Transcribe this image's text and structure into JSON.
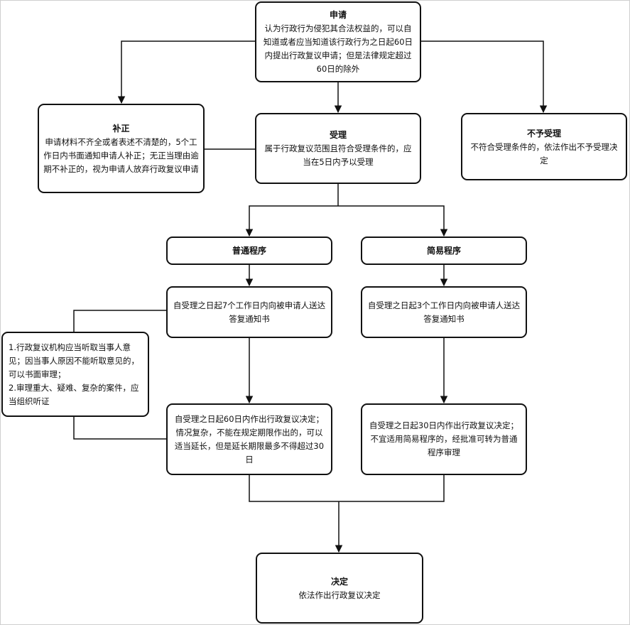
{
  "nodes": {
    "apply": {
      "title": "申请",
      "body": "认为行政行为侵犯其合法权益的，可以自知道或者应当知道该行政行为之日起60日内提出行政复议申请；但是法律规定超过60日的除外"
    },
    "correct": {
      "title": "补正",
      "body": "申请材料不齐全或者表述不清楚的，5个工作日内书面通知申请人补正；无正当理由逾期不补正的，视为申请人放弃行政复议申请"
    },
    "accept": {
      "title": "受理",
      "body": "属于行政复议范围且符合受理条件的，应当在5日内予以受理"
    },
    "reject": {
      "title": "不予受理",
      "body": "不符合受理条件的，依法作出不予受理决定"
    },
    "normal": {
      "title": "普通程序"
    },
    "simple": {
      "title": "简易程序"
    },
    "normal_notify": {
      "body": "自受理之日起7个工作日内向被申请人送达答复通知书"
    },
    "simple_notify": {
      "body": "自受理之日起3个工作日内向被申请人送达答复通知书"
    },
    "hearing": {
      "body": "1.行政复议机构应当听取当事人意见；因当事人原因不能听取意见的，可以书面审理；\n2.审理重大、疑难、复杂的案件，应当组织听证"
    },
    "normal_decide": {
      "body": "自受理之日起60日内作出行政复议决定；情况复杂，不能在规定期限作出的，可以适当延长，但是延长期限最多不得超过30日"
    },
    "simple_decide": {
      "body": "自受理之日起30日内作出行政复议决定；不宜适用简易程序的，经批准可转为普通程序审理"
    },
    "final": {
      "title": "决定",
      "body": "依法作出行政复议决定"
    }
  }
}
